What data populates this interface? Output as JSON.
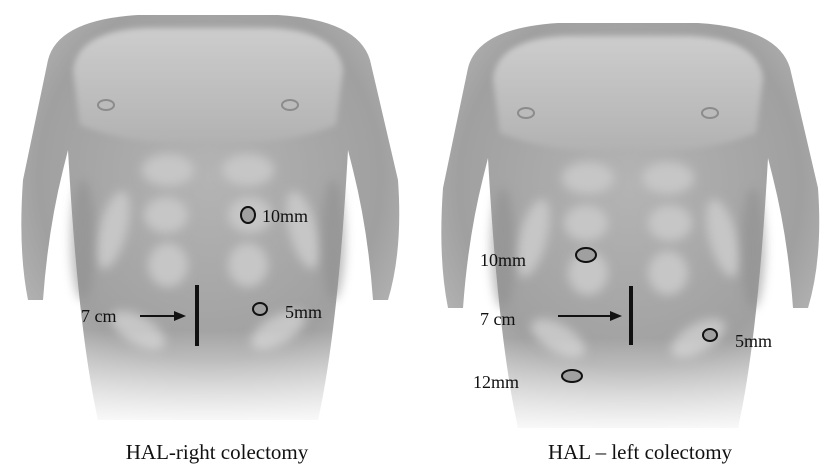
{
  "colors": {
    "background": "#ffffff",
    "skin_light": "#d2d2d2",
    "skin_mid": "#a9a9a9",
    "skin_dark": "#8a8a8a",
    "port_fill": "#a0a0a0",
    "ink": "#111111"
  },
  "panels": [
    {
      "caption": "HAL-right colectomy",
      "ports": [
        {
          "label": "10mm"
        },
        {
          "label": "5mm"
        }
      ],
      "incision": {
        "label": "7 cm"
      }
    },
    {
      "caption": "HAL – left colectomy",
      "ports": [
        {
          "label": "10mm"
        },
        {
          "label": "5mm"
        },
        {
          "label": "12mm"
        }
      ],
      "incision": {
        "label": "7 cm"
      }
    }
  ]
}
